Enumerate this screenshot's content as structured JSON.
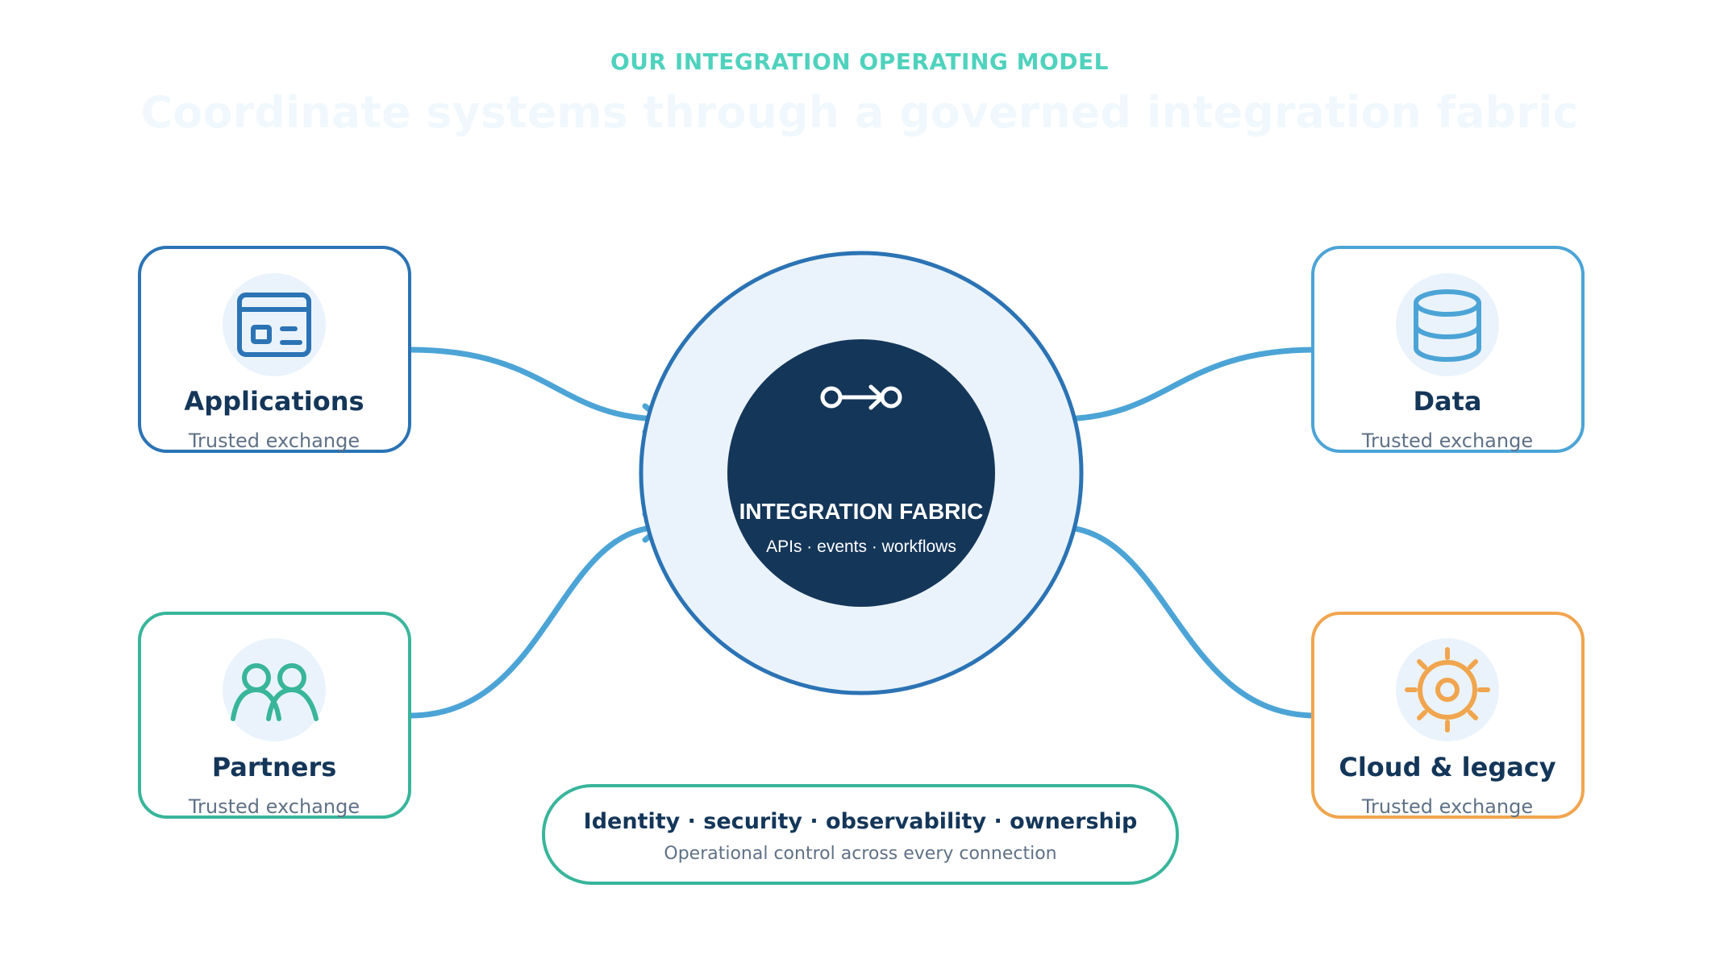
{
  "header": {
    "eyebrow": "OUR INTEGRATION OPERATING MODEL",
    "title": "Coordinate systems through a governed integration fabric"
  },
  "hub": {
    "title": "INTEGRATION FABRIC",
    "subtitle": "APIs · events · workflows",
    "icon": "connector-arrow-icon"
  },
  "nodes": [
    {
      "id": "applications",
      "label": "Applications",
      "sublabel": "Trusted exchange",
      "icon": "app-window-icon",
      "color": "#2b73b4"
    },
    {
      "id": "data",
      "label": "Data",
      "sublabel": "Trusted exchange",
      "icon": "database-icon",
      "color": "#4ca4d6"
    },
    {
      "id": "partners",
      "label": "Partners",
      "sublabel": "Trusted exchange",
      "icon": "people-icon",
      "color": "#38b59a"
    },
    {
      "id": "cloud",
      "label": "Cloud & legacy",
      "sublabel": "Trusted exchange",
      "icon": "gear-sun-icon",
      "color": "#f0a54e"
    }
  ],
  "footer": {
    "title": "Identity · security · observability · ownership",
    "subtitle": "Operational control across every connection"
  },
  "colors": {
    "eyebrow": "#4fd2bd",
    "title": "#f1f8fd",
    "navy": "#143659",
    "hub_ring": "#2b73b4",
    "hub_fill": "#eaf3fb",
    "connector": "#4ca4d6",
    "muted": "#5f7187",
    "footer_border": "#38b59a"
  }
}
